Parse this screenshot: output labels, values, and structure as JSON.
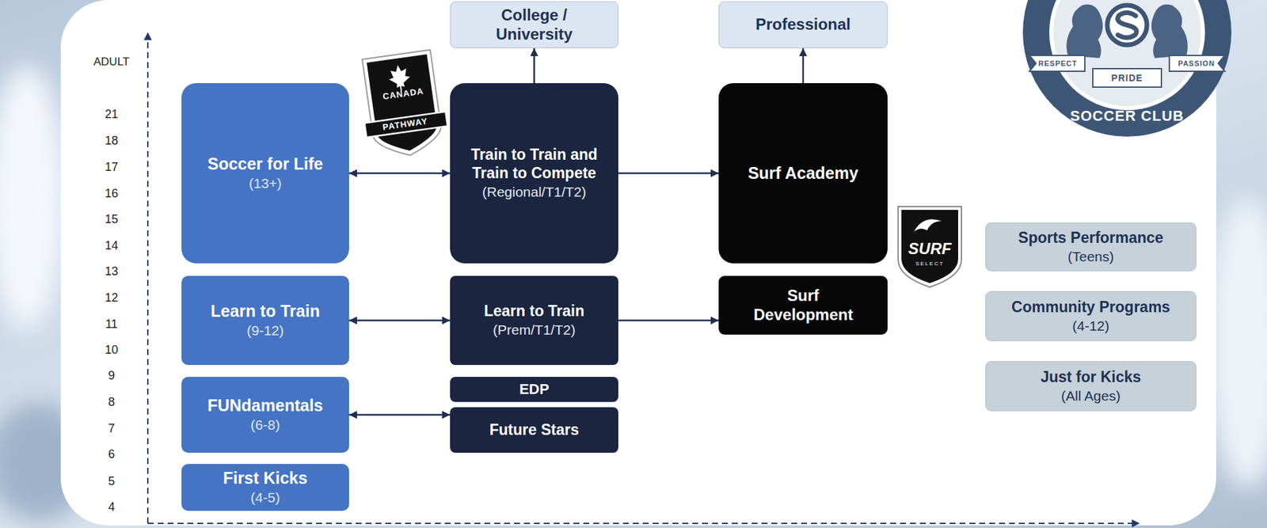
{
  "diagram": {
    "nodes": [
      {
        "text": [
          "Soccer for Life",
          "(13+)"
        ]
      },
      {
        "text": [
          "Learn to Train",
          "(9-12)"
        ]
      },
      {
        "text": [
          "FUNdamentals",
          "(6-8)"
        ]
      },
      {
        "text": [
          "First Kicks",
          "(4-5)"
        ]
      },
      {
        "text": [
          "College / University"
        ]
      },
      {
        "text": [
          "Train to Train and Train to Compete",
          "(Regional/T1/T2)"
        ]
      },
      {
        "text": [
          "Learn to Train",
          "(Prem/T1/T2)"
        ]
      },
      {
        "text": [
          "EDP"
        ]
      },
      {
        "text": [
          "Future Stars"
        ]
      },
      {
        "text": [
          "Professional"
        ]
      },
      {
        "text": [
          "Surf Academy"
        ]
      },
      {
        "text": [
          "Surf Development"
        ]
      },
      {
        "text": [
          "Sports Performance",
          "(Teens)"
        ]
      },
      {
        "text": [
          "Community Programs",
          "(4-12)"
        ]
      },
      {
        "text": [
          "Just for Kicks",
          "(All Ages)"
        ]
      }
    ],
    "edges": [
      {
        "from": 0,
        "to": 5,
        "arrow": "both"
      },
      {
        "from": 1,
        "to": 6,
        "arrow": "both"
      },
      {
        "from": 2,
        "to": 8,
        "arrow": "both"
      },
      {
        "from": 5,
        "to": 4,
        "arrow": "to"
      },
      {
        "from": 5,
        "to": 10,
        "arrow": "to"
      },
      {
        "from": 6,
        "to": 11,
        "arrow": "to"
      },
      {
        "from": 10,
        "to": 9,
        "arrow": "to"
      }
    ],
    "labels": [
      "ADULT",
      "21",
      "18",
      "17",
      "16",
      "15",
      "14",
      "13",
      "12",
      "11",
      "10",
      "9",
      "8",
      "7",
      "6",
      "5",
      "4",
      "CANADA",
      "PATHWAY",
      "SURF",
      "SELECT",
      "RESPECT",
      "PRIDE",
      "PASSION",
      "SOCCER CLUB"
    ]
  }
}
